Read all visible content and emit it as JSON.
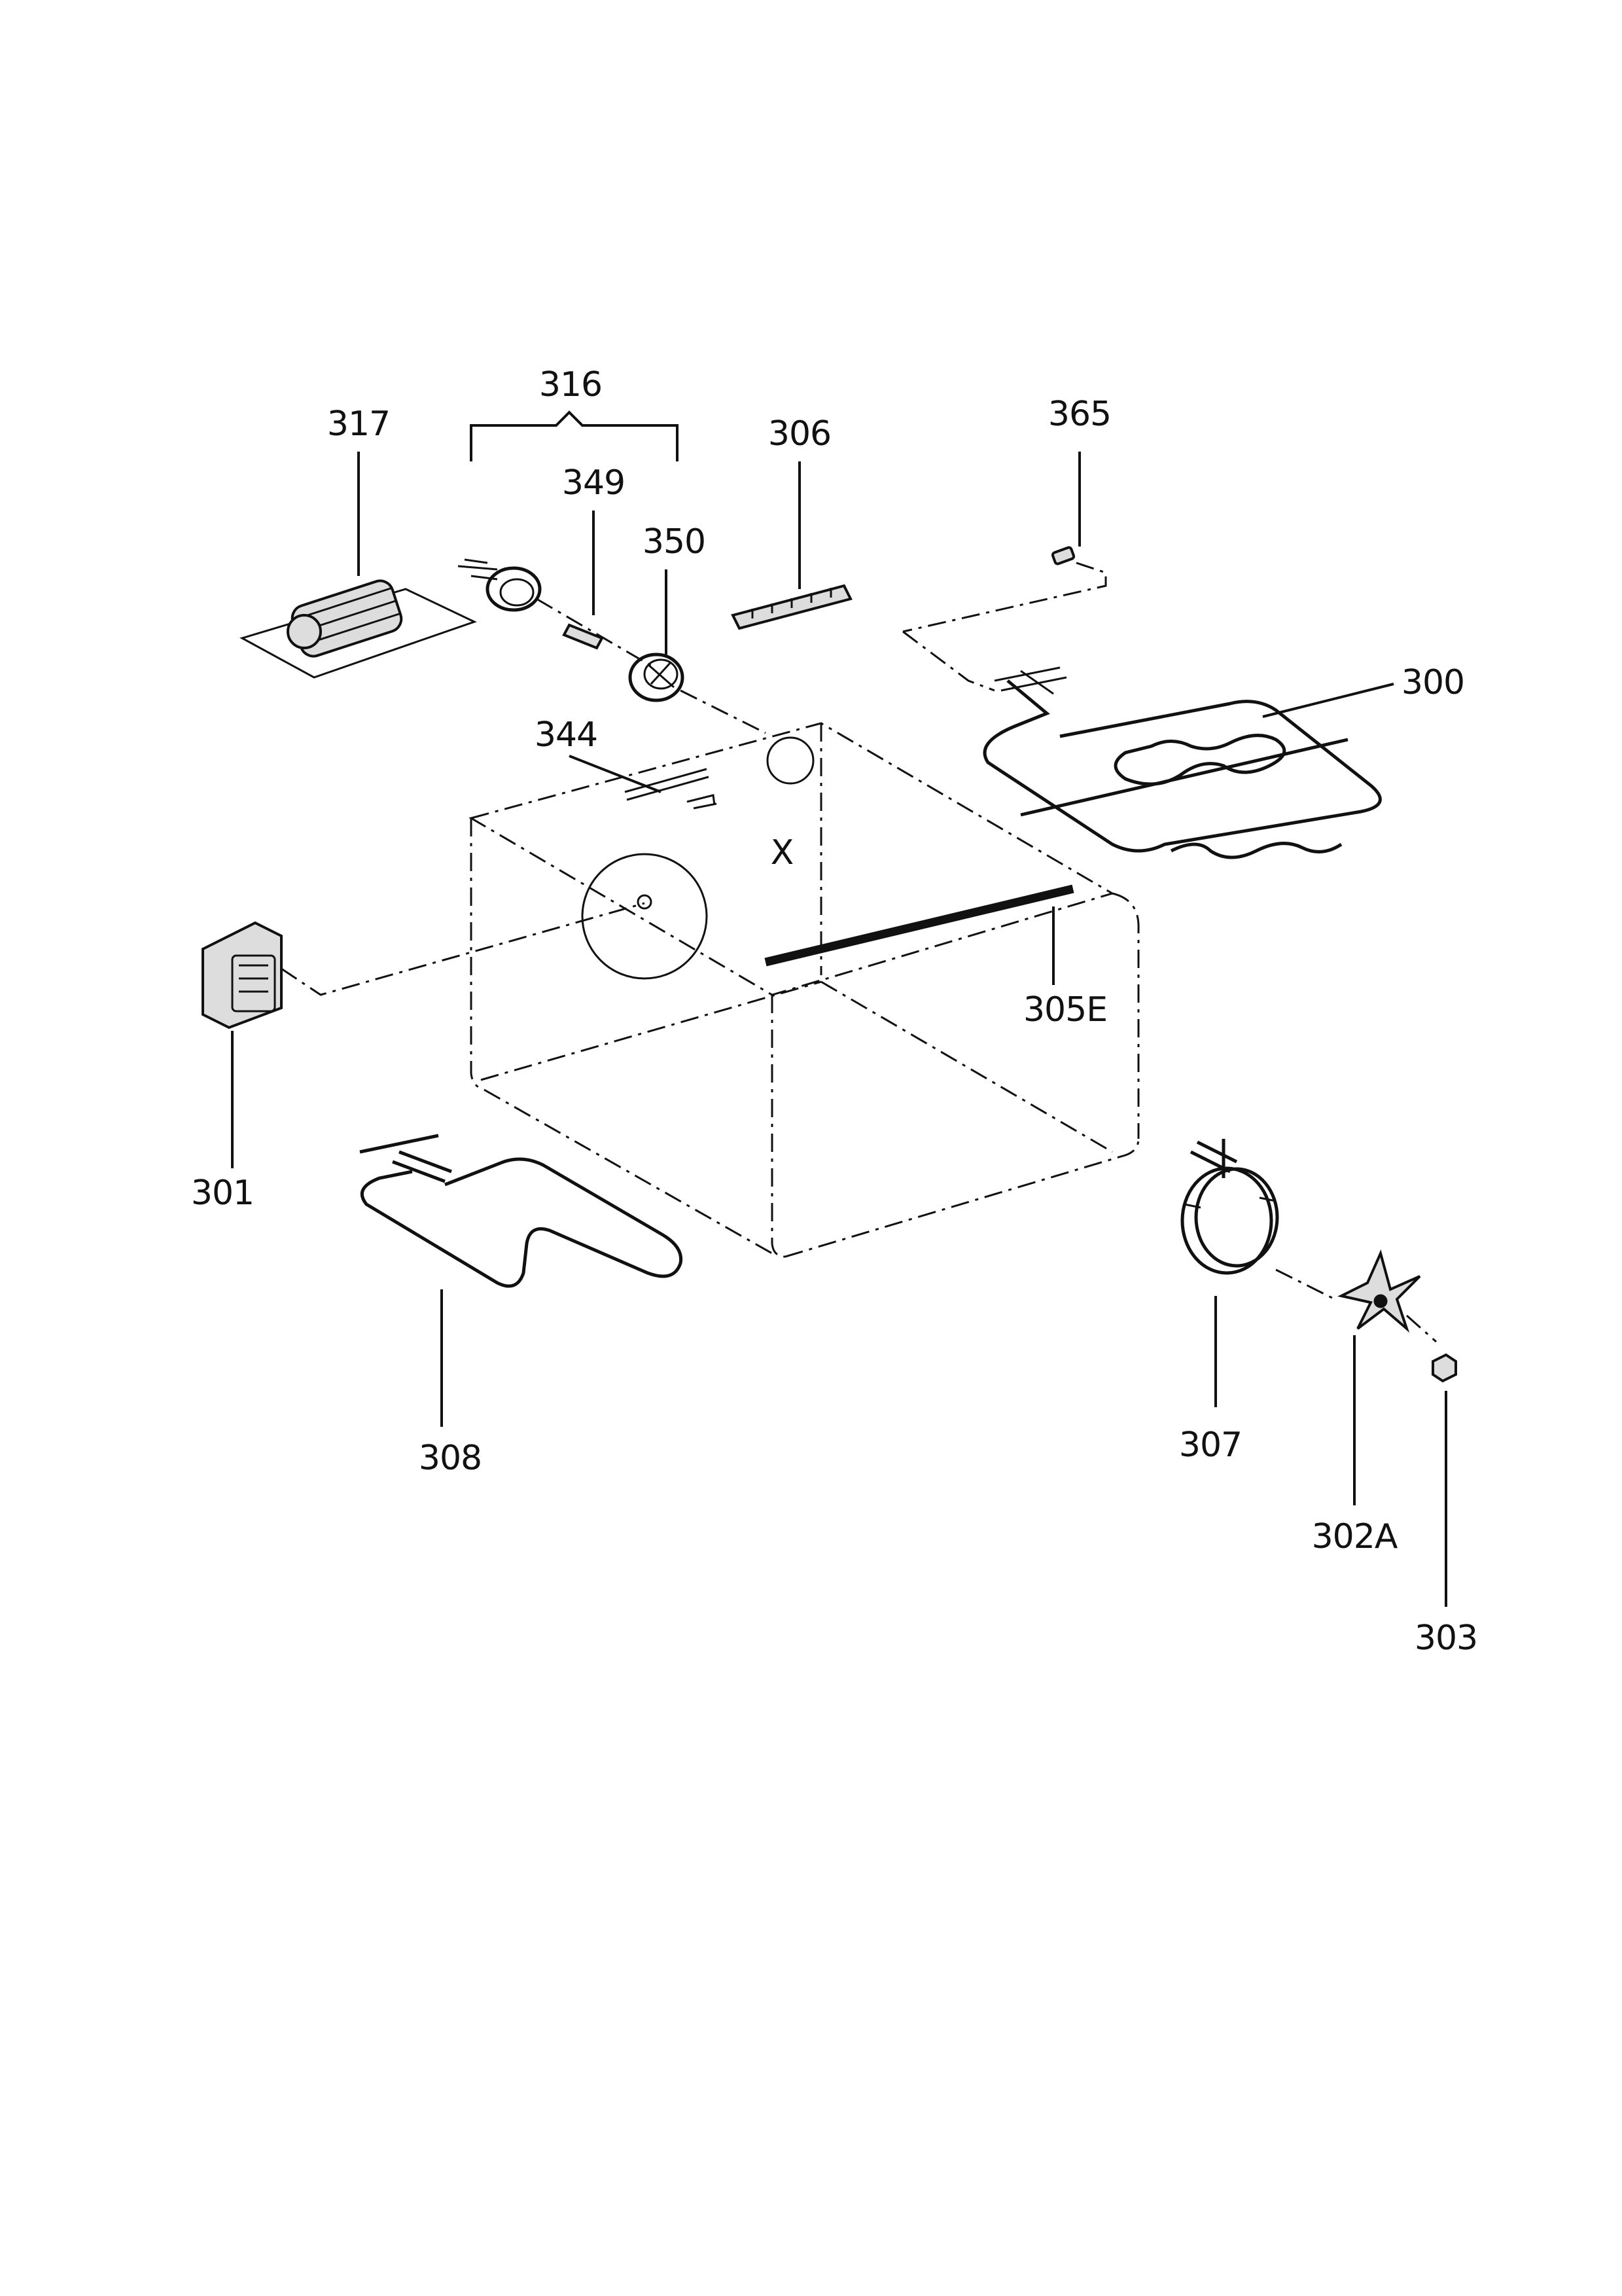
{
  "labels": {
    "p317": "317",
    "p316": "316",
    "p349": "349",
    "p350": "350",
    "p306": "306",
    "p365": "365",
    "p300": "300",
    "p344": "344",
    "px": "X",
    "p305e": "305E",
    "p301": "301",
    "p308": "308",
    "p307": "307",
    "p302a": "302A",
    "p303": "303"
  }
}
